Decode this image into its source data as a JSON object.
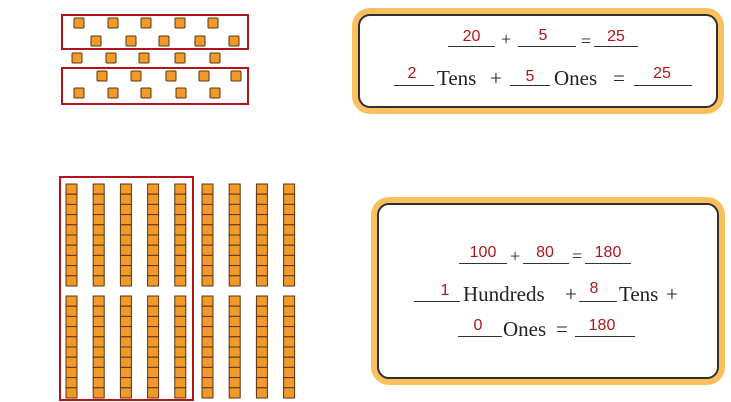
{
  "colors": {
    "block_fill": "#f19a2a",
    "block_border": "#5a3410",
    "frame_red": "#b3141a",
    "card_border": "#f8c15e",
    "answer_red": "#b3141a"
  },
  "blocks_top": {
    "ones_total": 25,
    "grouped_tens": 2,
    "loose_ones": 5
  },
  "blocks_bottom": {
    "rods_total": 18,
    "rods_per_row": 9,
    "rows": 2,
    "grouped_rods": 10,
    "units_per_rod": 10
  },
  "card_top": {
    "eq1": {
      "a": "20",
      "plus": "+",
      "b": "5",
      "eq": "=",
      "sum": "25"
    },
    "eq2": {
      "tens": "2",
      "tens_word": "Tens",
      "plus": "+",
      "ones": "5",
      "ones_word": "Ones",
      "eq": "=",
      "total": "25"
    }
  },
  "card_bottom": {
    "eq1": {
      "a": "100",
      "plus": "+",
      "b": "80",
      "eq": "=",
      "sum": "180"
    },
    "eq2": {
      "hundreds": "1",
      "hundreds_word": "Hundreds",
      "plus": "+",
      "tens": "8",
      "tens_word": "Tens",
      "plus2": "+"
    },
    "eq3": {
      "ones": "0",
      "ones_word": "Ones",
      "eq": "=",
      "total": "180"
    }
  }
}
